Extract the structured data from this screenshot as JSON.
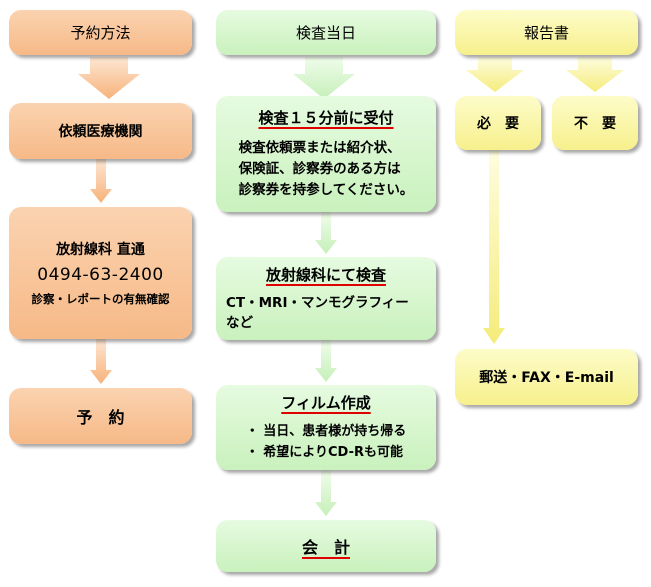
{
  "headers": {
    "method": "予約方法",
    "exam_day": "検査当日",
    "report": "報告書"
  },
  "left": {
    "referral": "依頼医療機関",
    "radiology_line1": "放射線科 直通",
    "radiology_phone": "0494-63-2400",
    "radiology_line3": "診察・レポートの有無確認",
    "reserve": "予　約"
  },
  "middle": {
    "reception_title": "検査１５分前に受付",
    "reception_body": [
      "検査依頼票または紹介状、",
      "保険証、診察券のある方は",
      "診察券を持参してください。"
    ],
    "exam_title": "放射線科にて検査",
    "exam_body": [
      "CT・MRI・マンモグラフィー",
      "など"
    ],
    "film_title": "フィルム作成",
    "film_body": [
      "・ 当日、患者様が持ち帰る",
      "・ 希望によりCD-Rも可能"
    ],
    "payment": "会　計"
  },
  "right": {
    "required": "必　要",
    "not_required": "不　要",
    "delivery": "郵送・FAX・E-mail"
  },
  "colors": {
    "orange_box": "#f6b987",
    "green_box": "#c9f1bd",
    "yellow_box": "#f7f08c",
    "underline": "#e00000"
  }
}
